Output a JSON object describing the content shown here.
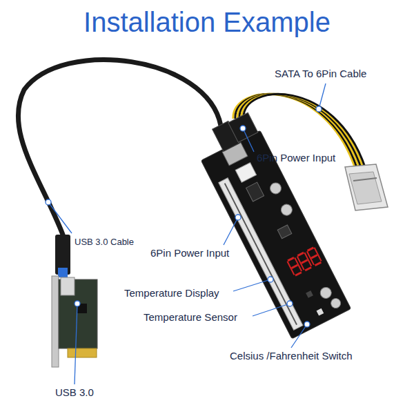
{
  "diagram": {
    "title": "Installation Example",
    "labels": [
      "SATA To 6Pin Cable",
      "6Pin Power Input",
      "USB 3.0 Cable",
      "6Pin Power Input",
      "Temperature Display",
      "Temperature Sensor",
      "Celsius /Fahrenheit Switch",
      "USB 3.0"
    ]
  }
}
